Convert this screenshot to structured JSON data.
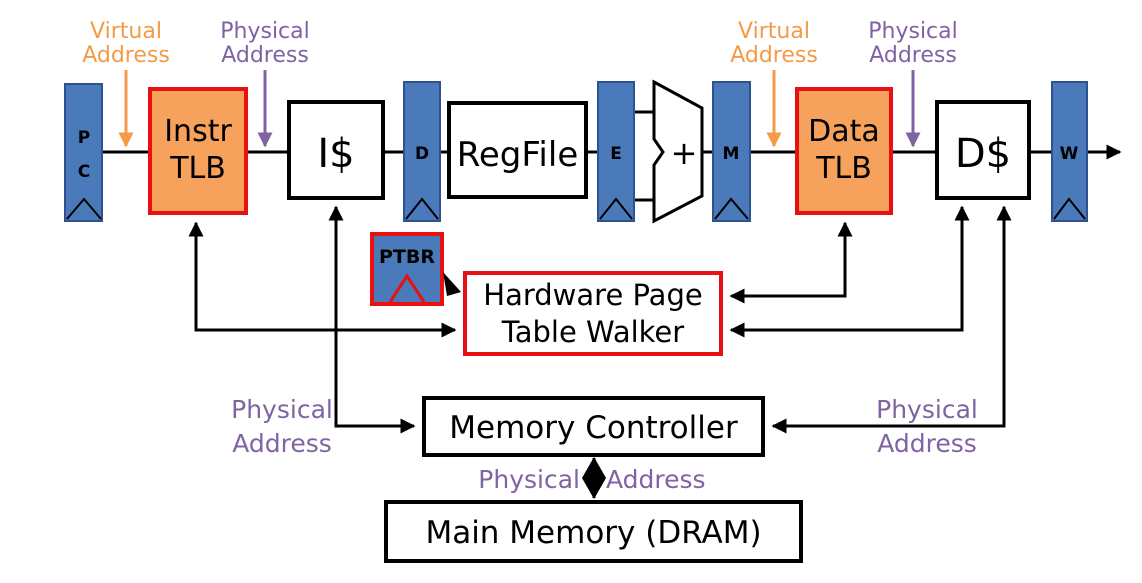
{
  "colors": {
    "stage_fill": "#4a7ab9",
    "tlb_fill": "#f7a25c",
    "red_border": "#e81010",
    "virtual_label": "#f59a47",
    "physical_label": "#7f63a3",
    "line": "#000000"
  },
  "labels": {
    "instr_virtual_1": "Virtual",
    "instr_virtual_2": "Address",
    "instr_physical_1": "Physical",
    "instr_physical_2": "Address",
    "data_virtual_1": "Virtual",
    "data_virtual_2": "Address",
    "data_physical_1": "Physical",
    "data_physical_2": "Address",
    "left_physical_1": "Physical",
    "left_physical_2": "Address",
    "right_physical_1": "Physical",
    "right_physical_2": "Address",
    "bottom_physical_1": "Physical",
    "bottom_physical_2": "Address"
  },
  "stages": {
    "pc_1": "P",
    "pc_2": "C",
    "d": "D",
    "e": "E",
    "m": "M",
    "w": "W"
  },
  "blocks": {
    "instr_tlb_1": "Instr",
    "instr_tlb_2": "TLB",
    "icache": "I$",
    "regfile": "RegFile",
    "alu": "+",
    "data_tlb_1": "Data",
    "data_tlb_2": "TLB",
    "dcache": "D$",
    "ptbr": "PTBR",
    "walker_1": "Hardware Page",
    "walker_2": "Table Walker",
    "memory_controller": "Memory Controller",
    "main_memory": "Main Memory (DRAM)"
  }
}
